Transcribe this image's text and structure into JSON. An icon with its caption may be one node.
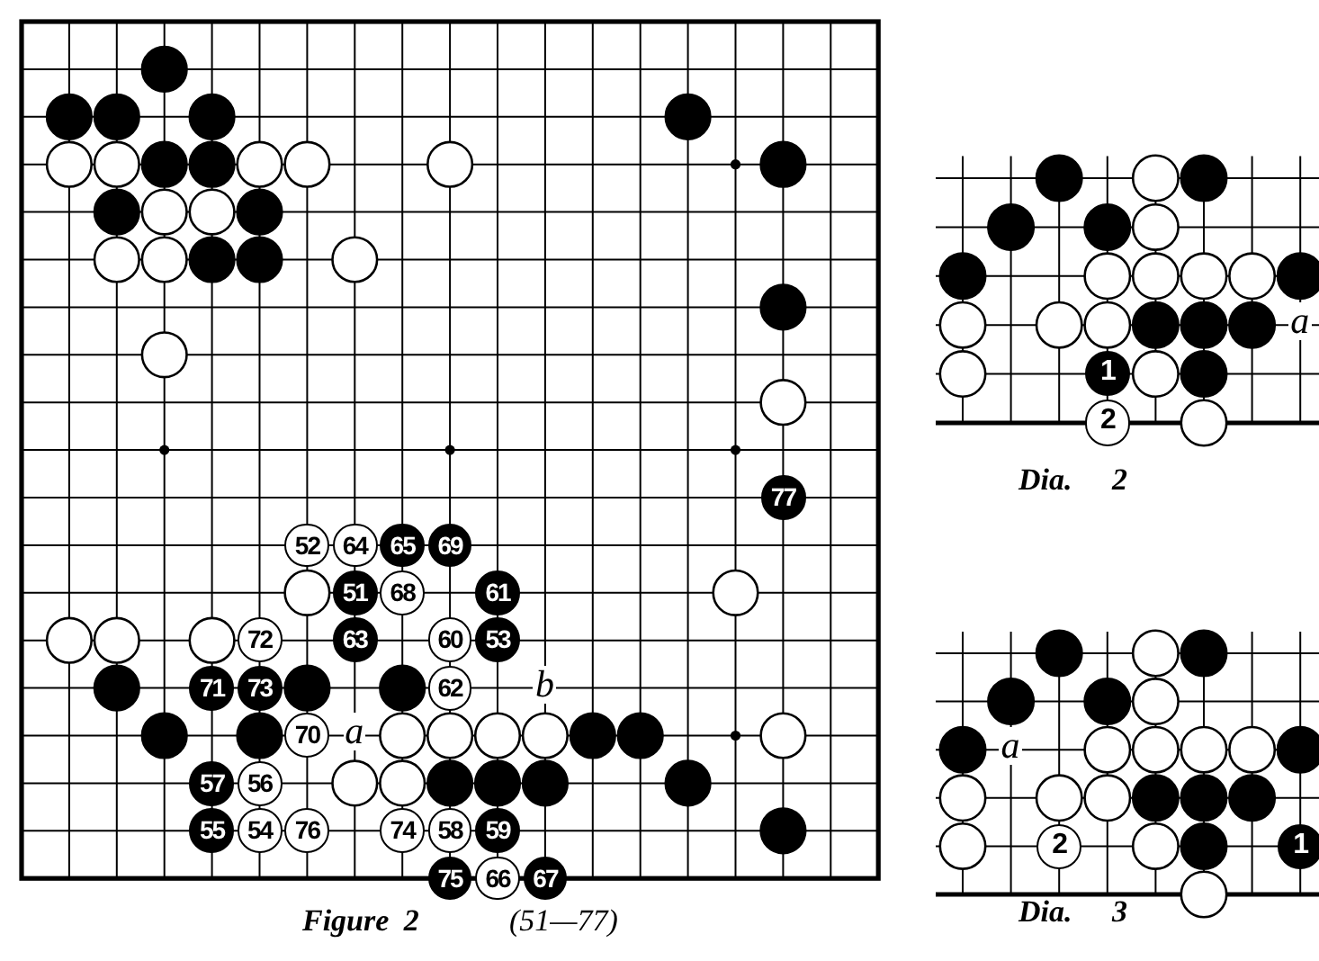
{
  "diagram": {
    "nodes": [
      {
        "text": [
          "77"
        ]
      },
      {
        "text": [
          "52"
        ]
      },
      {
        "text": [
          "64"
        ]
      },
      {
        "text": [
          "65"
        ]
      },
      {
        "text": [
          "69"
        ]
      },
      {
        "text": [
          "51"
        ]
      },
      {
        "text": [
          "68"
        ]
      },
      {
        "text": [
          "61"
        ]
      },
      {
        "text": [
          "72"
        ]
      },
      {
        "text": [
          "63"
        ]
      },
      {
        "text": [
          "60"
        ]
      },
      {
        "text": [
          "53"
        ]
      },
      {
        "text": [
          "71"
        ]
      },
      {
        "text": [
          "73"
        ]
      },
      {
        "text": [
          "62"
        ]
      },
      {
        "text": [
          "70"
        ]
      },
      {
        "text": [
          "57"
        ]
      },
      {
        "text": [
          "56"
        ]
      },
      {
        "text": [
          "55"
        ]
      },
      {
        "text": [
          "54"
        ]
      },
      {
        "text": [
          "76"
        ]
      },
      {
        "text": [
          "74"
        ]
      },
      {
        "text": [
          "58"
        ]
      },
      {
        "text": [
          "59"
        ]
      },
      {
        "text": [
          "75"
        ]
      },
      {
        "text": [
          "66"
        ]
      },
      {
        "text": [
          "67"
        ]
      },
      {
        "text": [
          "1"
        ]
      },
      {
        "text": [
          "2"
        ]
      },
      {
        "text": [
          "2"
        ]
      },
      {
        "text": [
          "1"
        ]
      }
    ],
    "labels": [
      "b",
      "a",
      "Figure 2",
      "(51—77)",
      "a",
      "Dia. 2",
      "a",
      "Dia. 3"
    ]
  }
}
